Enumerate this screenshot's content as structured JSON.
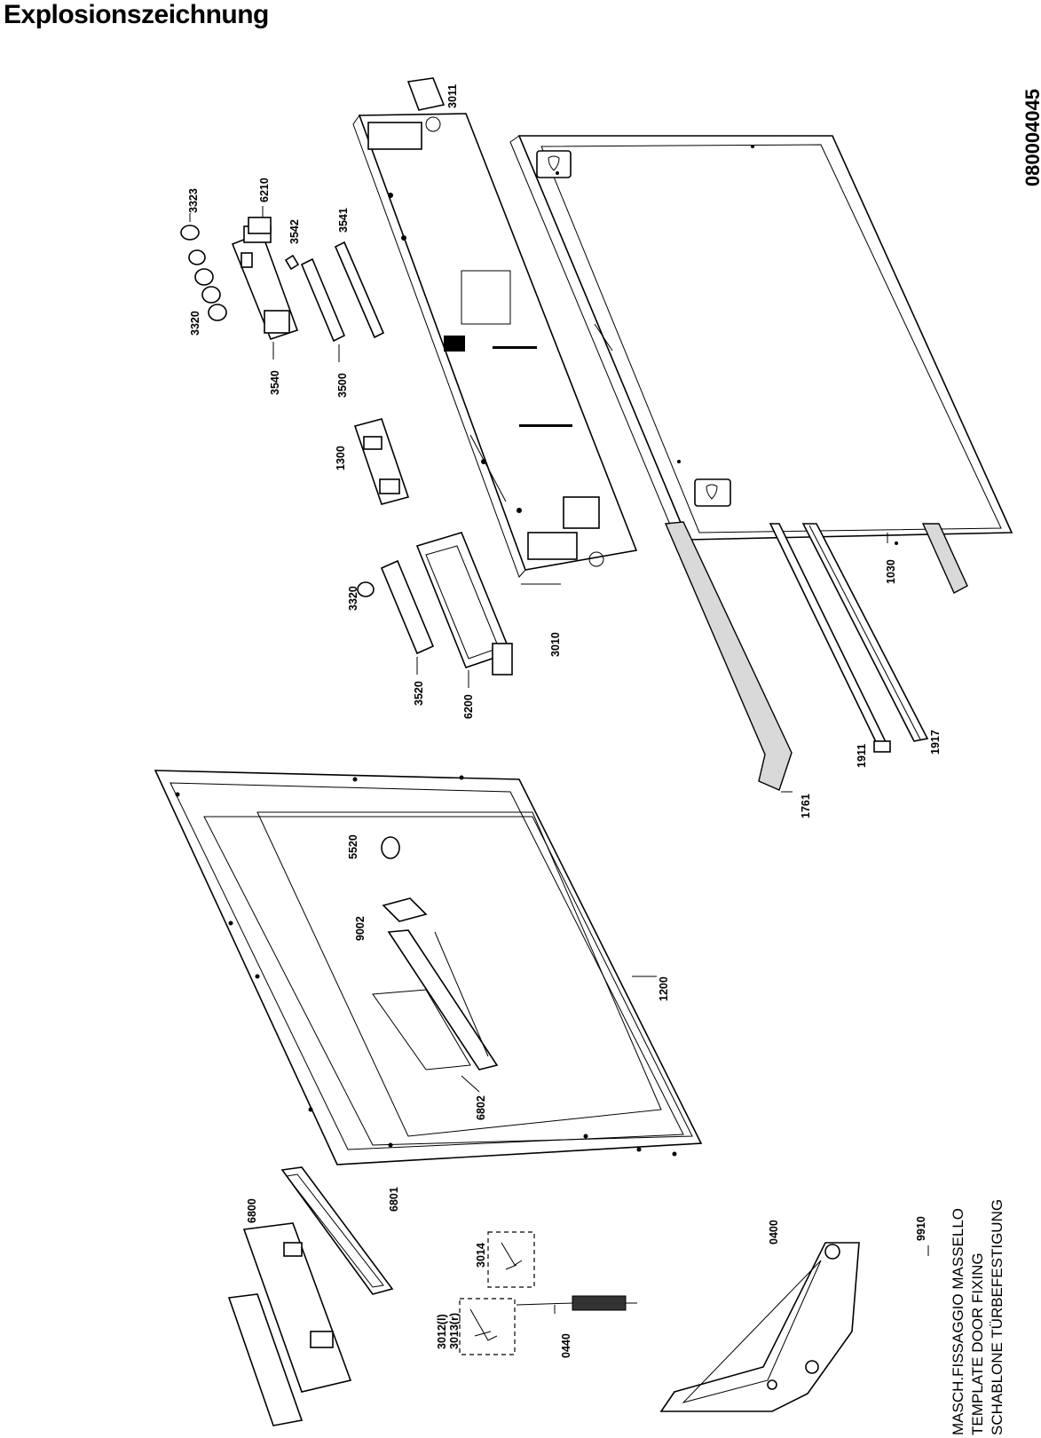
{
  "title": "Explosionszeichnung",
  "doc_number": "080004045",
  "template_label": {
    "code": "9910",
    "lines": [
      "MASCH.FISSAGGIO MASSELLO",
      "TEMPLATE DOOR FIXING",
      "SCHABLONE TÜRBEFESTIGUNG"
    ]
  },
  "parts": {
    "p3011": "3011",
    "p3323": "3323",
    "p6210": "6210",
    "p3542": "3542",
    "p3541": "3541",
    "p3320a": "3320",
    "p3540": "3540",
    "p3500": "3500",
    "p1300": "1300",
    "p3320b": "3320",
    "p3520": "3520",
    "p6200": "6200",
    "p3010": "3010",
    "p1030": "1030",
    "p1911": "1911",
    "p1917": "1917",
    "p1761": "1761",
    "p5520": "5520",
    "p9002": "9002",
    "p1200": "1200",
    "p6802": "6802",
    "p6800": "6800",
    "p6801": "6801",
    "p3014": "3014",
    "p3012": "3012(l)",
    "p3013": "3013(r)",
    "p0440": "0440",
    "p0400": "0400"
  }
}
